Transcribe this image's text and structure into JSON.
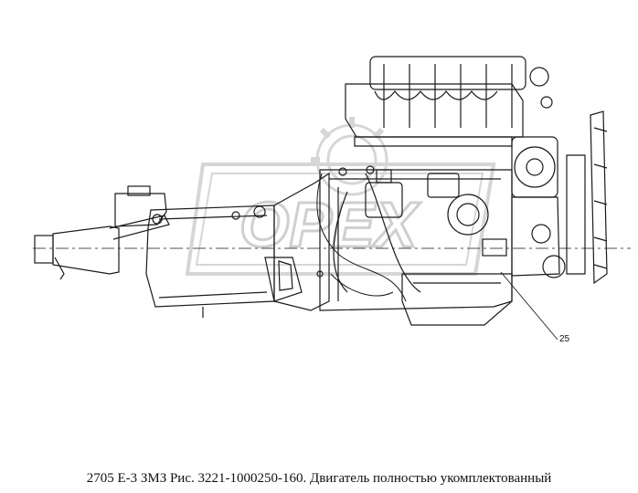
{
  "caption": "2705 Е-3 ЗМЗ Рис. 3221-1000250-160. Двигатель полностью укомплектованный",
  "callouts": [
    {
      "label": "25"
    }
  ],
  "watermark": {
    "kind": "logo"
  },
  "colors": {
    "line": "#1a1a1a",
    "watermark": "#d9d9d9",
    "background": "#ffffff"
  }
}
